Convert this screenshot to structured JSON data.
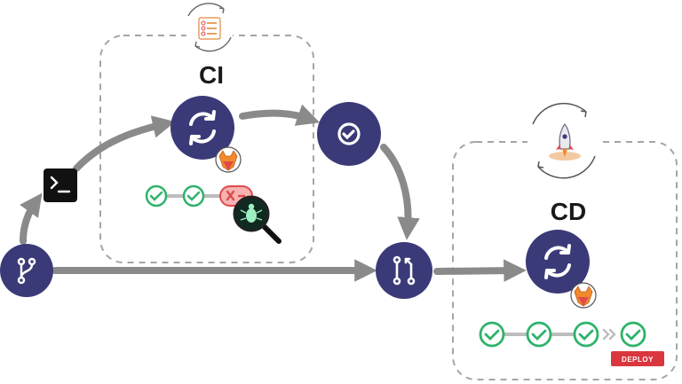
{
  "stages": {
    "ci": {
      "label": "CI"
    },
    "cd": {
      "label": "CD"
    }
  },
  "deploy_badge": {
    "label": "DEPLOY"
  },
  "colors": {
    "node": "#3b3a78",
    "arrow": "#8a8a8a",
    "box_border": "#a5a5a5",
    "check": "#2eb36a",
    "fail": "#e04a4a",
    "fail_fill": "#f7b2b2",
    "deploy": "#d9363e",
    "terminal": "#111111"
  },
  "icons": {
    "branch_node": "git-branch-icon",
    "terminal_node": "terminal-icon",
    "ci_node": "sync-icon",
    "approve_node": "check-circle-icon",
    "merge_node": "merge-request-icon",
    "cd_node": "sync-icon",
    "ci_badge": "checklist-icon",
    "cd_badge": "rocket-icon",
    "mascot": "fox-logo-icon",
    "bug_search": "bug-magnifier-icon"
  }
}
